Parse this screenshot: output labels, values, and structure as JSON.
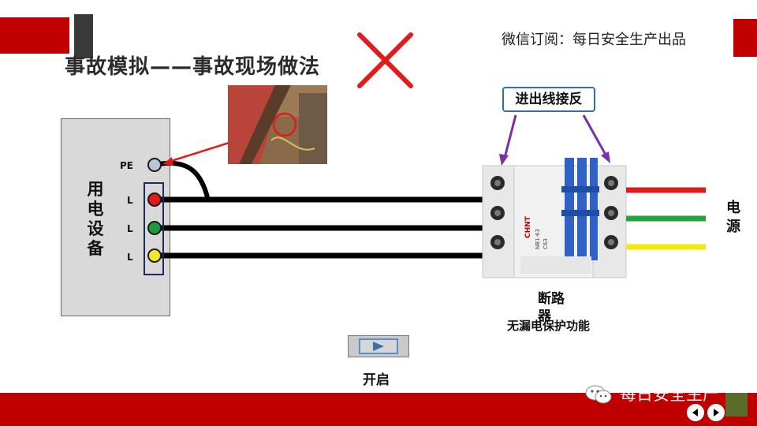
{
  "header": {
    "subscribe_text": "微信订阅：每日安全生产出品",
    "title": "事故模拟——事故现场做法"
  },
  "device": {
    "label": "用电设备",
    "terminals": [
      {
        "label": "PE",
        "color": "#b9c6d6"
      },
      {
        "label": "L",
        "color": "#e01b1b"
      },
      {
        "label": "L",
        "color": "#1e9a3c"
      },
      {
        "label": "L",
        "color": "#f2e52a"
      }
    ]
  },
  "callout": {
    "text": "进出线接反"
  },
  "breaker": {
    "label": "断路器",
    "sub_label": "无漏电保护功能",
    "brand": "CHNT",
    "model": "NB1-63",
    "rating": "C63"
  },
  "source": {
    "label": "电源",
    "wire_colors": [
      "#e01b1b",
      "#22a63c",
      "#f5e80a"
    ]
  },
  "controls": {
    "start_label": "开启"
  },
  "footer": {
    "watermark": "每日安全生产"
  },
  "colors": {
    "brand_red": "#c00000",
    "wrong_mark": "#e01b1b",
    "callout_arrow": "#7a2fa8",
    "callout_border": "#2f6fb5"
  }
}
